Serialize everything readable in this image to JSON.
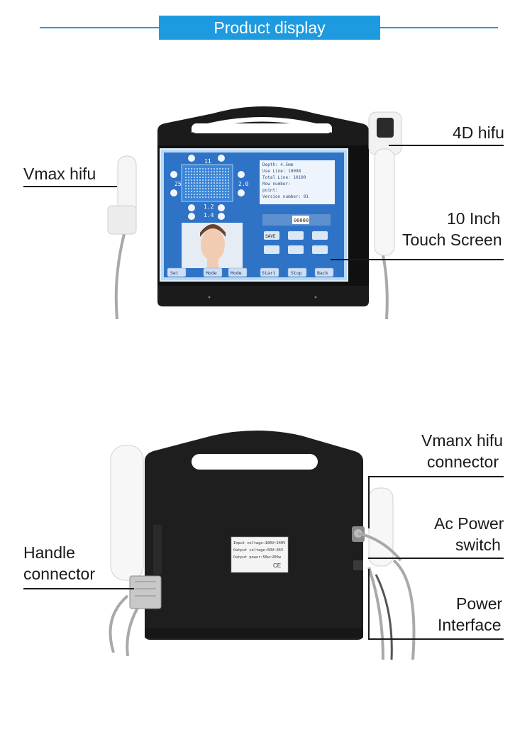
{
  "header": {
    "title": "Product display"
  },
  "front": {
    "labels": {
      "vmax": "Vmax hifu",
      "hifu4d": "4D hifu",
      "screen_line1": "10 Inch",
      "screen_line2": "Touch Screen"
    },
    "screen": {
      "grid_top": "11",
      "grid_left": "25",
      "grid_right": "2.0",
      "sub_values": [
        "1.2",
        "1.4"
      ],
      "info": [
        "Depth: 4.5mm",
        "Use Line:  10098",
        "Total Line: 10100",
        "Row number:",
        "point:",
        "Version number: 01"
      ],
      "counter": "00000",
      "buttons": [
        "Set",
        "Mode",
        "Mode",
        "Start",
        "Stop",
        "Back"
      ],
      "save": "SAVE"
    }
  },
  "back": {
    "labels": {
      "vmanx_line1": "Vmanx hifu",
      "vmanx_line2": "connector",
      "ac_line1": "Ac Power",
      "ac_line2": "switch",
      "handle_line1": "Handle",
      "handle_line2": "connector",
      "power_line1": "Power",
      "power_line2": "Interface"
    },
    "spec_label": [
      "Input voltage:100V~240V",
      "Output voltage:50V~36V",
      "Output power:50w~200w"
    ],
    "ce": "CE"
  },
  "colors": {
    "accent": "#1e9be0",
    "device": "#1b1b1b",
    "screen": "#2f73c7"
  }
}
